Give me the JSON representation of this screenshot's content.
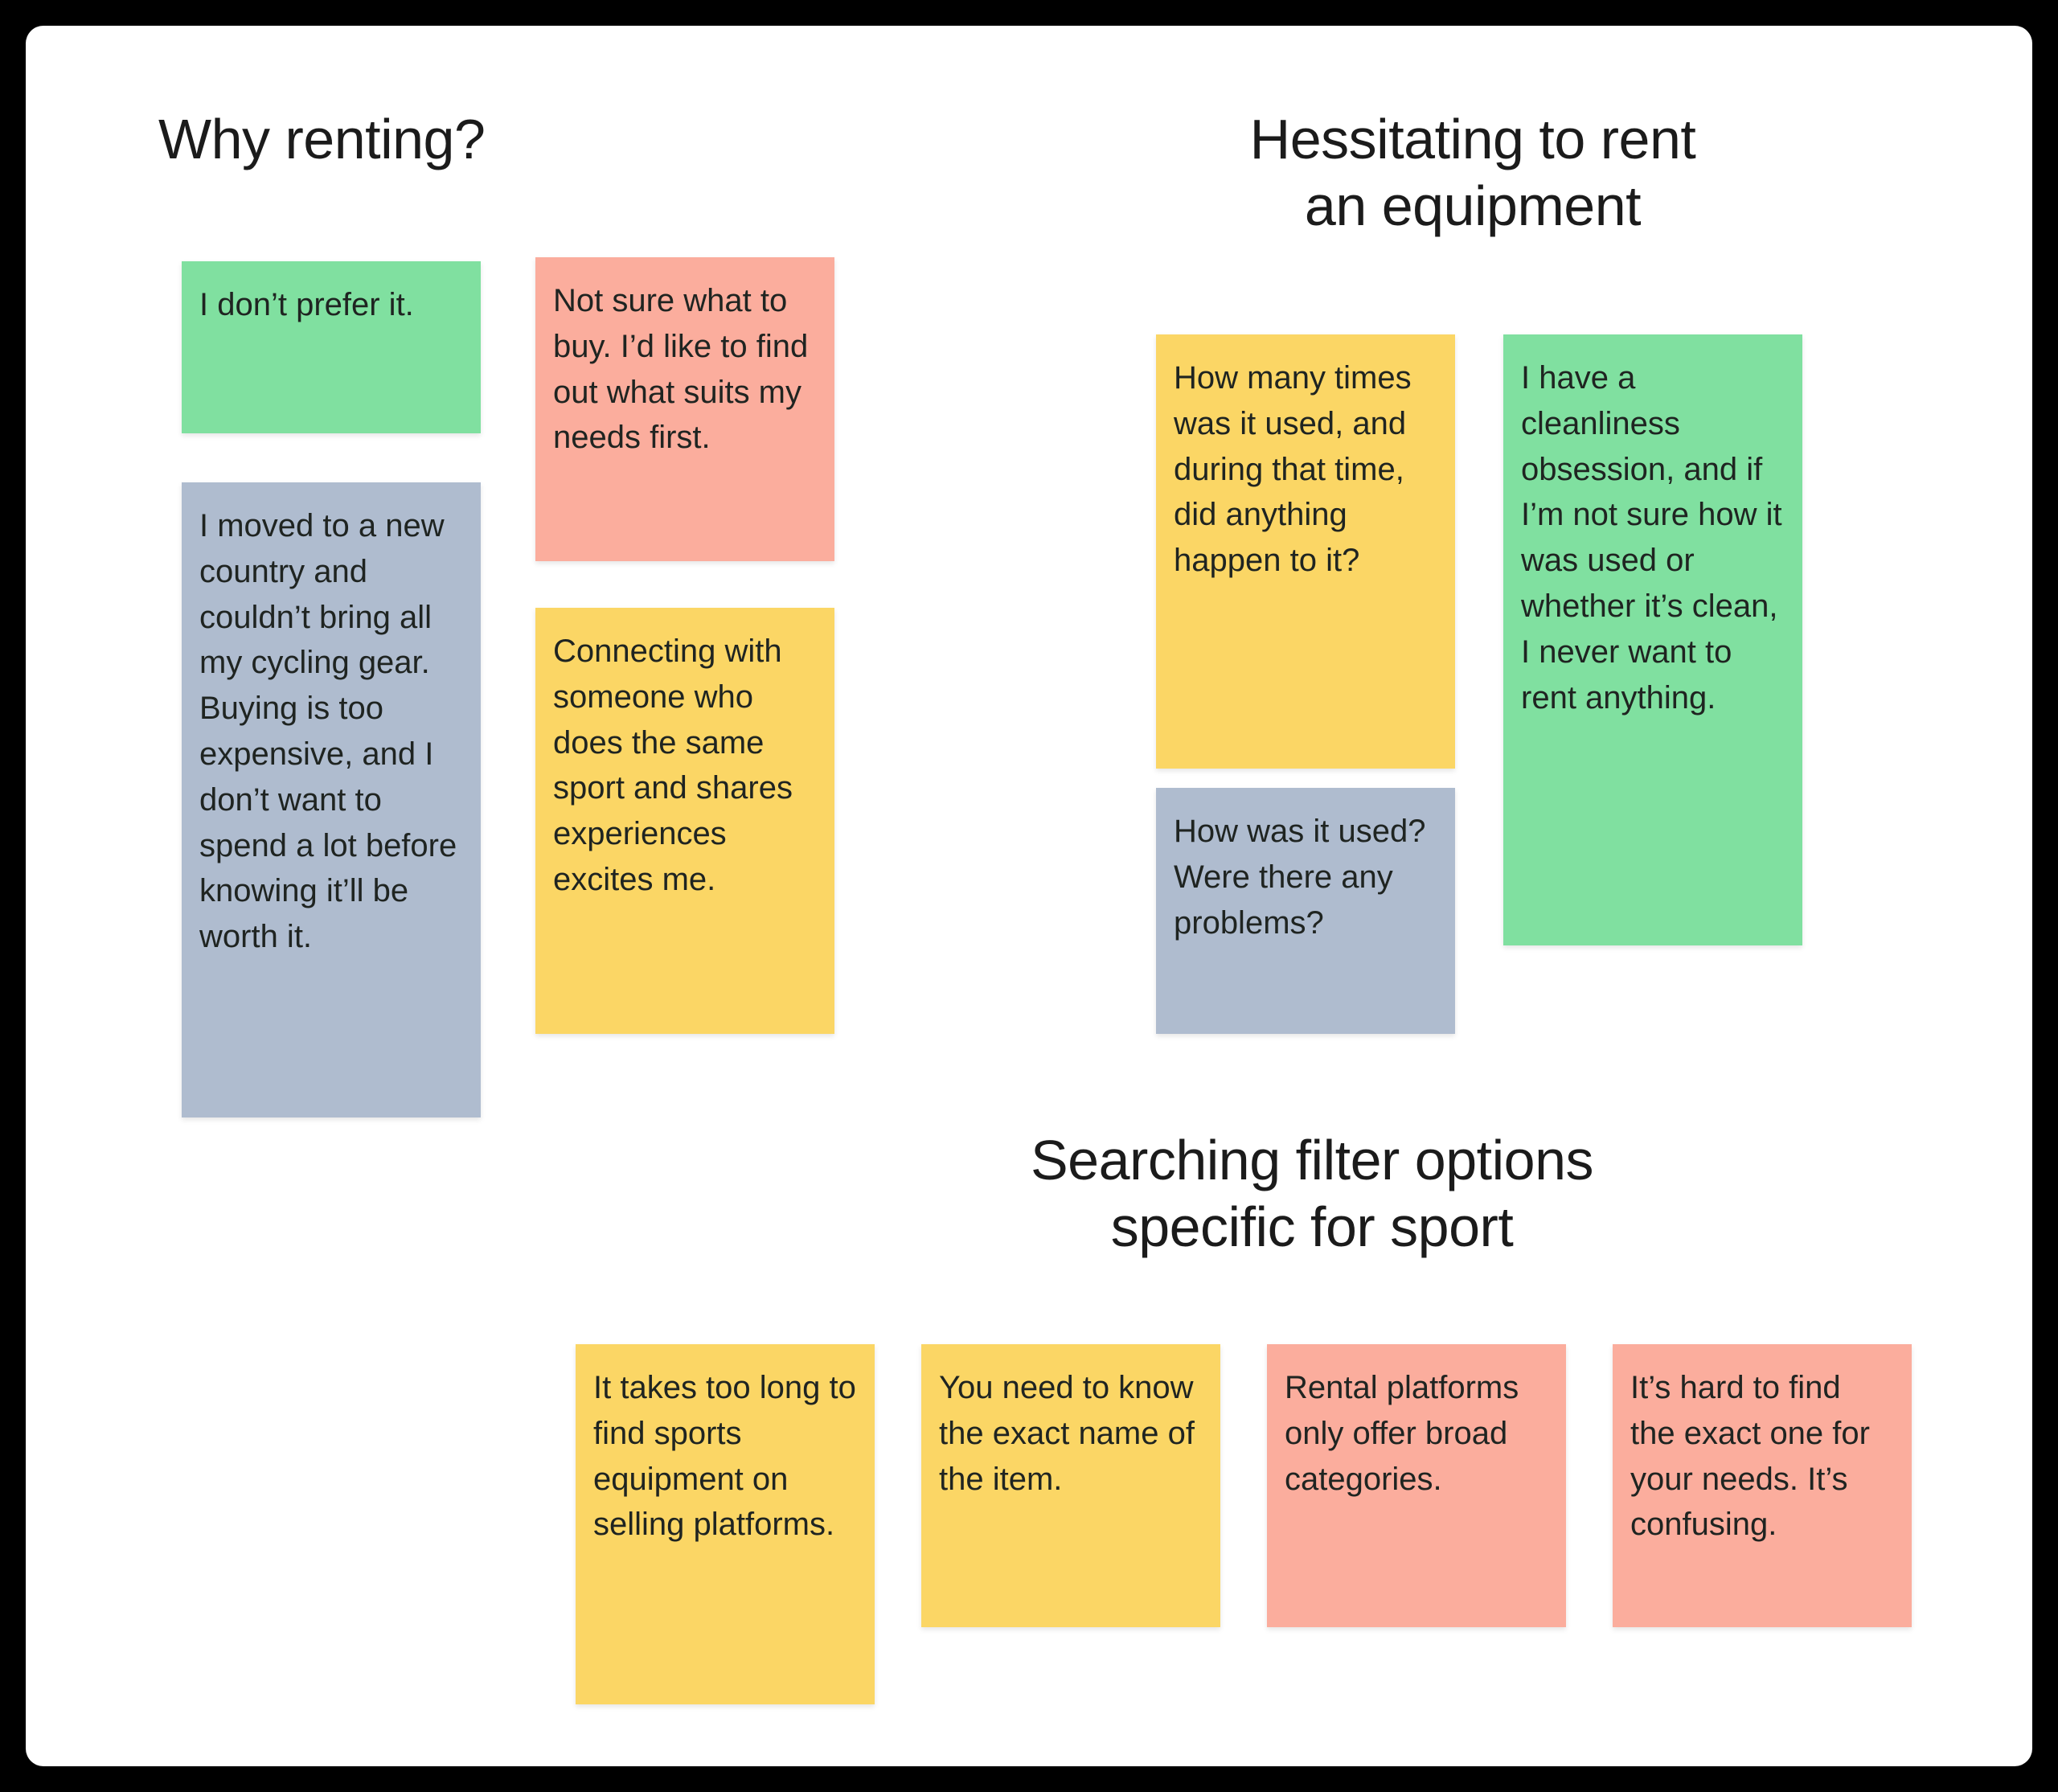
{
  "board": {
    "background_color": "#ffffff",
    "outer_background_color": "#000000"
  },
  "palette": {
    "green": "#80E0A0",
    "pink": "#FBAD9D",
    "yellow": "#FBD665",
    "blue_gray": "#AFBCCF",
    "text": "#1f2421",
    "title": "#1b1b1b"
  },
  "sections": [
    {
      "id": "why-renting",
      "title": "Why renting?",
      "notes": [
        {
          "id": "note-dont-prefer",
          "color": "green",
          "text": "I don’t prefer it."
        },
        {
          "id": "note-moved-country",
          "color": "blue_gray",
          "text": "I moved to a new country and couldn’t bring all my cycling gear. Buying is too expensive, and I don’t want to spend a lot before knowing it’ll be worth it."
        },
        {
          "id": "note-not-sure-buy",
          "color": "pink",
          "text": "Not sure what to buy. I’d like to find out what suits my needs first."
        },
        {
          "id": "note-connecting",
          "color": "yellow",
          "text": "Connecting with someone who does the same sport and shares experiences excites me."
        }
      ]
    },
    {
      "id": "hesitating-to-rent",
      "title": "Hessitating to rent\nan equipment",
      "notes": [
        {
          "id": "note-how-many-times",
          "color": "yellow",
          "text": "How many times was it used, and during that time, did anything happen to it?"
        },
        {
          "id": "note-how-was-used",
          "color": "blue_gray",
          "text": "How was it used? Were there any problems?"
        },
        {
          "id": "note-cleanliness",
          "color": "green",
          "text": "I have a cleanliness obsession, and if I’m not sure how it was used or whether it’s clean, I never want to rent anything."
        }
      ]
    },
    {
      "id": "searching-filter-options",
      "title": "Searching filter options\nspecific for sport",
      "notes": [
        {
          "id": "note-takes-too-long",
          "color": "yellow",
          "text": "It takes too long to find sports equipment on selling platforms."
        },
        {
          "id": "note-exact-name",
          "color": "yellow",
          "text": "You need to know the exact name of the item."
        },
        {
          "id": "note-broad-categories",
          "color": "pink",
          "text": "Rental platforms only offer broad categories."
        },
        {
          "id": "note-hard-to-find",
          "color": "pink",
          "text": "It’s hard to find the exact one for your needs. It’s confusing."
        }
      ]
    }
  ]
}
